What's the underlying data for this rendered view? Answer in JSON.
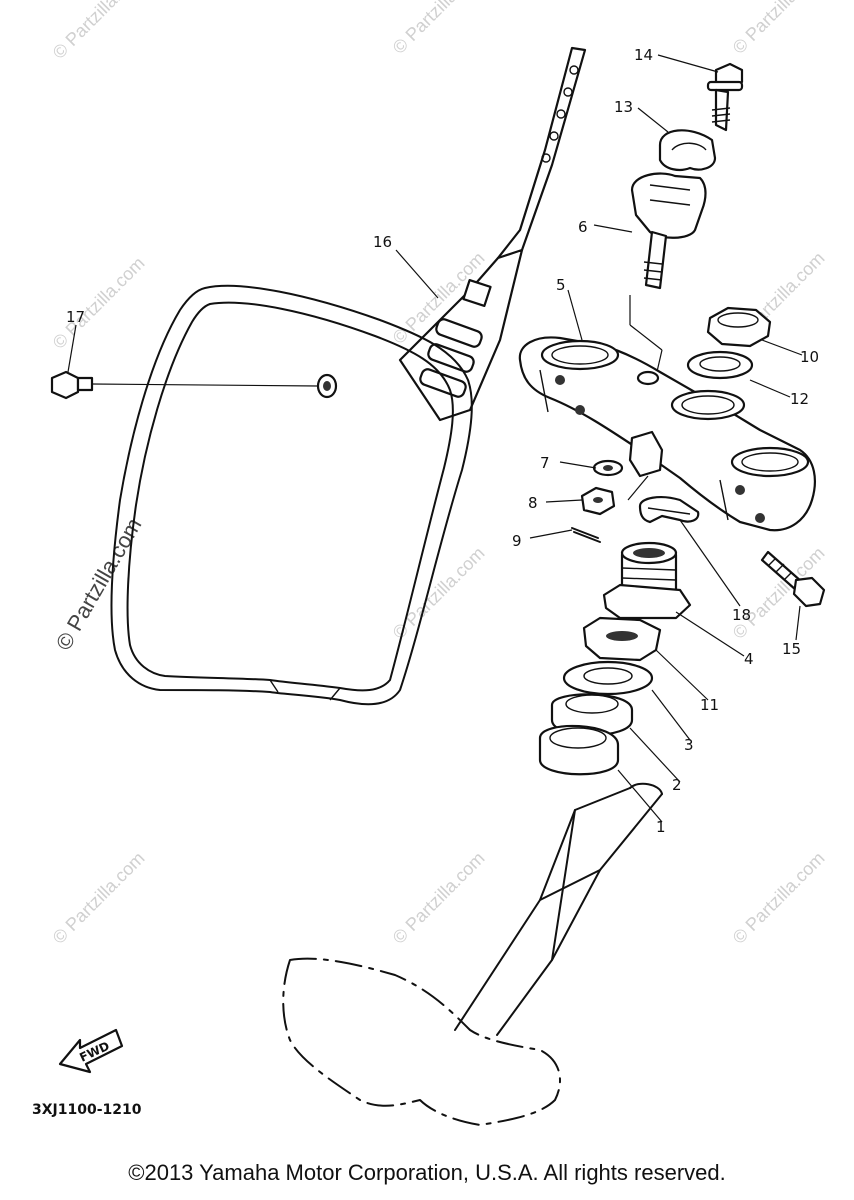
{
  "watermark": "© Partzilla.com",
  "parts": [
    {
      "number": "1"
    },
    {
      "number": "2"
    },
    {
      "number": "3"
    },
    {
      "number": "4"
    },
    {
      "number": "5"
    },
    {
      "number": "6"
    },
    {
      "number": "7"
    },
    {
      "number": "8"
    },
    {
      "number": "9"
    },
    {
      "number": "10"
    },
    {
      "number": "11"
    },
    {
      "number": "12"
    },
    {
      "number": "13"
    },
    {
      "number": "14"
    },
    {
      "number": "15"
    },
    {
      "number": "16"
    },
    {
      "number": "17"
    },
    {
      "number": "18"
    }
  ],
  "direction_label": "FWD",
  "diagram_code": "3XJ1100-1210",
  "copyright": "©2013 Yamaha Motor Corporation, U.S.A. All rights reserved."
}
